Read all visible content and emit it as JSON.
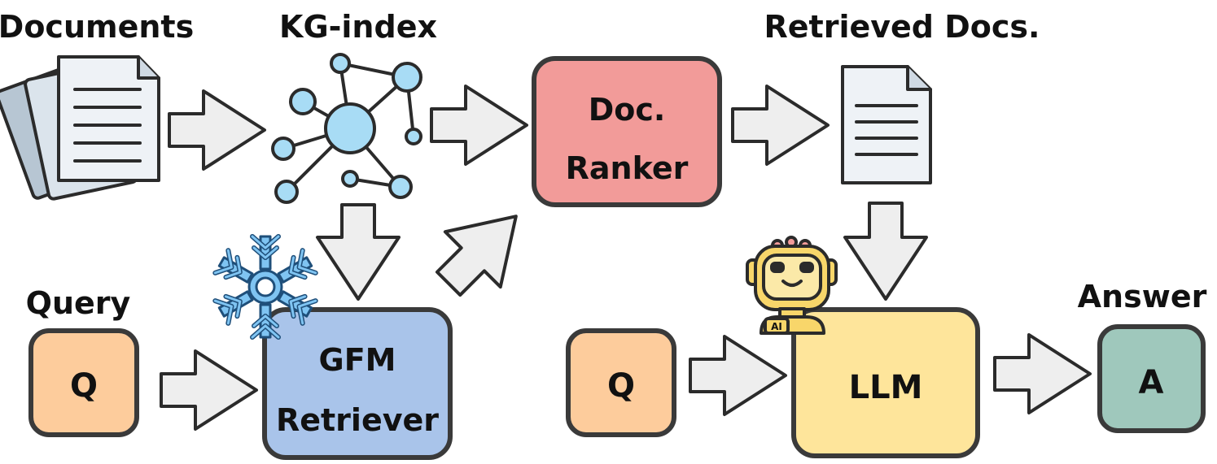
{
  "labels": {
    "documents": "Documents",
    "kg_index": "KG-index",
    "retrieved_docs": "Retrieved Docs.",
    "query": "Query",
    "answer": "Answer"
  },
  "boxes": {
    "doc_ranker_line1": "Doc.",
    "doc_ranker_line2": "Ranker",
    "gfm_retriever_line1": "GFM",
    "gfm_retriever_line2": "Retriever",
    "query_left": "Q",
    "query_right": "Q",
    "llm": "LLM",
    "answer": "A"
  },
  "icon_text": {
    "robot_badge": "AI"
  },
  "colors": {
    "doc_ranker": "#f29b99",
    "gfm_retriever": "#a9c4ea",
    "query": "#fdcc9c",
    "llm": "#fee59b",
    "answer": "#9fc8bc",
    "arrow_fill": "#eeeeee",
    "graph_node": "#a8dcf5",
    "snowflake": "#7fc4f2",
    "robot": "#f8d66a"
  },
  "icons": {
    "documents": "documents-stack-icon",
    "kg_index": "knowledge-graph-icon",
    "retrieved_doc": "document-icon",
    "frozen": "snowflake-icon",
    "llm": "robot-icon"
  }
}
